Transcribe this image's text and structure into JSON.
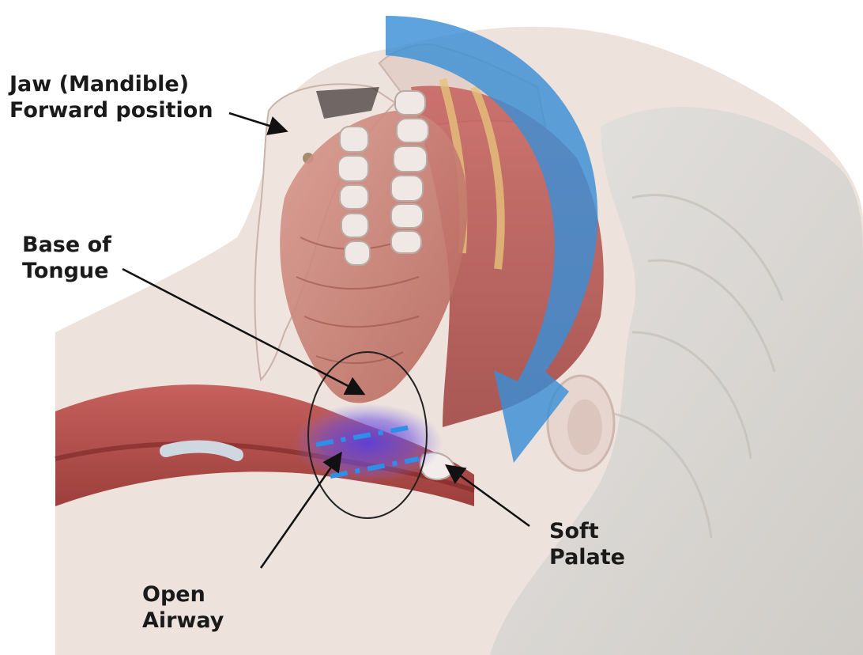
{
  "title": "",
  "labels": {
    "jaw": [
      "Jaw (Mandible)",
      "Forward position"
    ],
    "tongue": [
      "Base of",
      "Tongue"
    ],
    "airway": [
      "Open",
      "Airway"
    ],
    "palate": [
      "Soft",
      "Palate"
    ]
  },
  "colors": {
    "arrow": "#3a8fd6",
    "airway_glow": "#5a3fd8",
    "airway_dash": "#2e8fe8",
    "tissue": "#b8514e",
    "skin": "#e9d9d2",
    "hair": "#d8d6d2"
  },
  "icons": {
    "rotation_arrow": "curved-arrow-icon"
  }
}
